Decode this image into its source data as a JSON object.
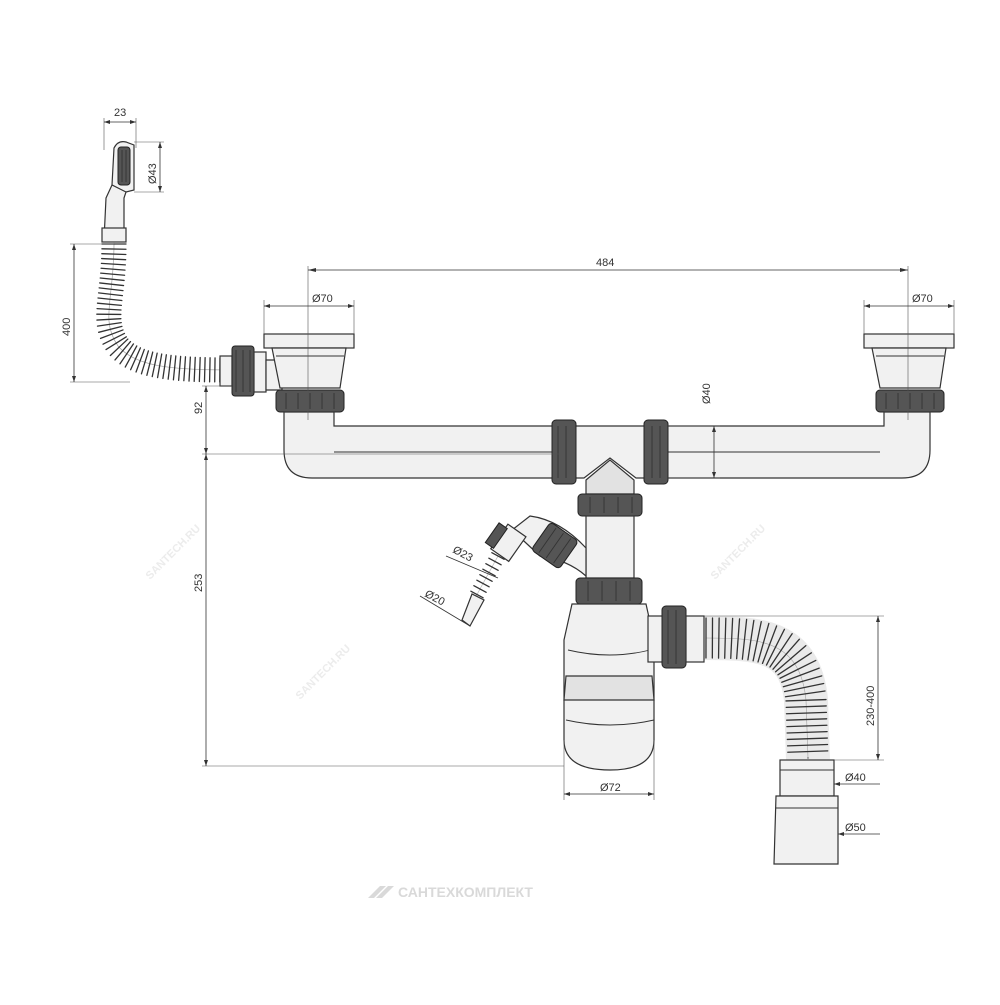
{
  "dimensions": {
    "overflow_width": "23",
    "overflow_diameter": "Ø43",
    "overflow_hose_height": "400",
    "span": "484",
    "bowl_left_diameter": "Ø70",
    "bowl_right_diameter": "Ø70",
    "pipe_diameter": "Ø40",
    "outlet_height": "92",
    "total_height": "253",
    "nozzle_outer_diameter": "Ø23",
    "nozzle_inner_diameter": "Ø20",
    "bottle_diameter": "Ø72",
    "hose_range": "230-400",
    "outlet_small_diameter": "Ø40",
    "outlet_large_diameter": "Ø50"
  },
  "watermark": {
    "main": "SANTECH.RU",
    "side_left": "SANTECH.RU",
    "side_right": "SANTECH.RU"
  },
  "brand": {
    "name": "САНТЕХКОМПЛЕКТ"
  },
  "colors": {
    "line": "#333333",
    "fill": "#f1f1f1",
    "watermark": "#ececec"
  }
}
